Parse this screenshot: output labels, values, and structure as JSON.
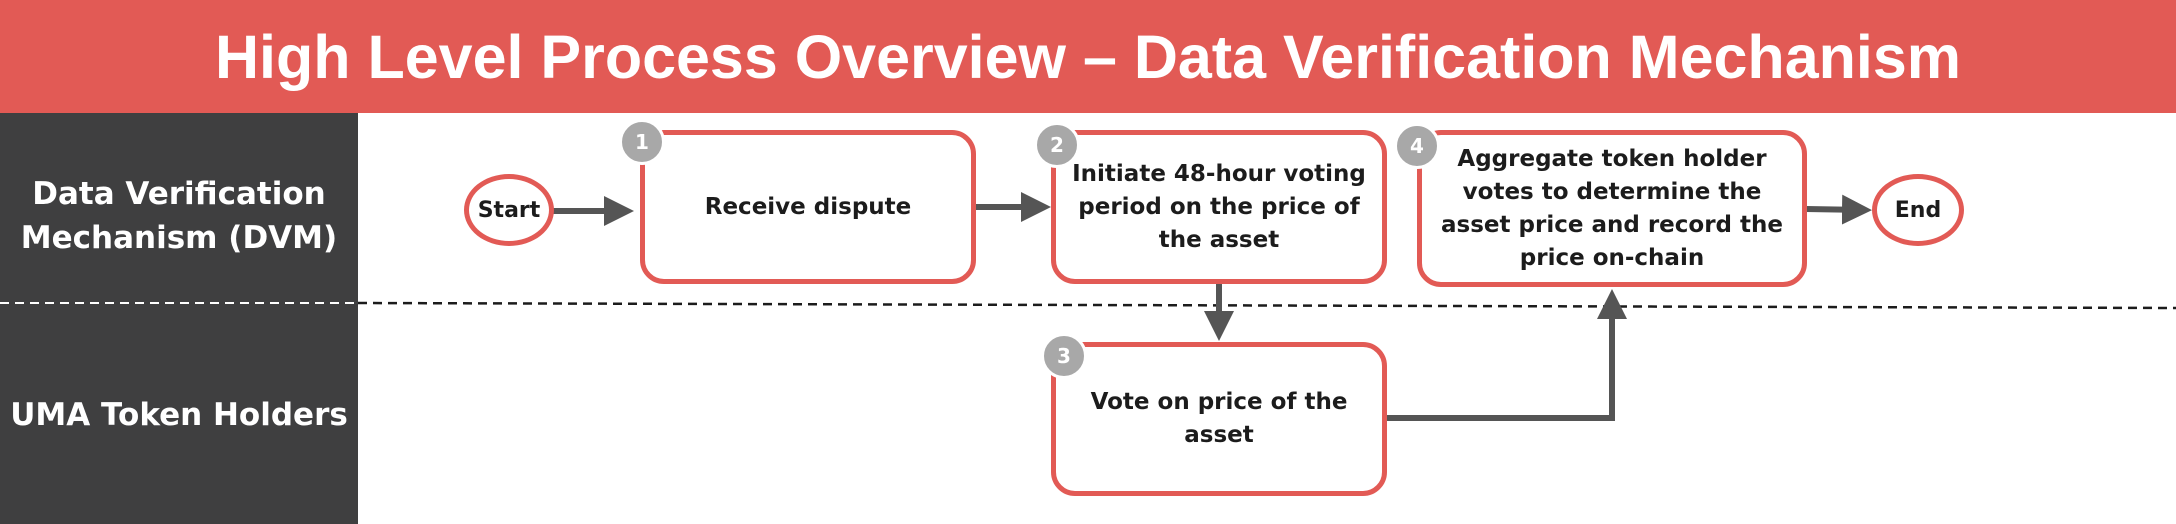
{
  "title": "High Level Process Overview – Data Verification Mechanism",
  "lanes": [
    {
      "label": "Data Verification Mechanism (DVM)"
    },
    {
      "label": "UMA Token Holders"
    }
  ],
  "terminals": {
    "start": "Start",
    "end": "End"
  },
  "steps": [
    {
      "number": "1",
      "label": "Receive dispute"
    },
    {
      "number": "2",
      "label": "Initiate 48-hour voting period on the price of the asset"
    },
    {
      "number": "3",
      "label": "Vote on price of the asset"
    },
    {
      "number": "4",
      "label": "Aggregate token holder votes to determine the asset price and record the price on-chain"
    }
  ],
  "colors": {
    "banner": "#e25a55",
    "box_border": "#e25a55",
    "lane_panel": "#3f3f40",
    "badge": "#a8a8a8",
    "connector": "#555555"
  }
}
